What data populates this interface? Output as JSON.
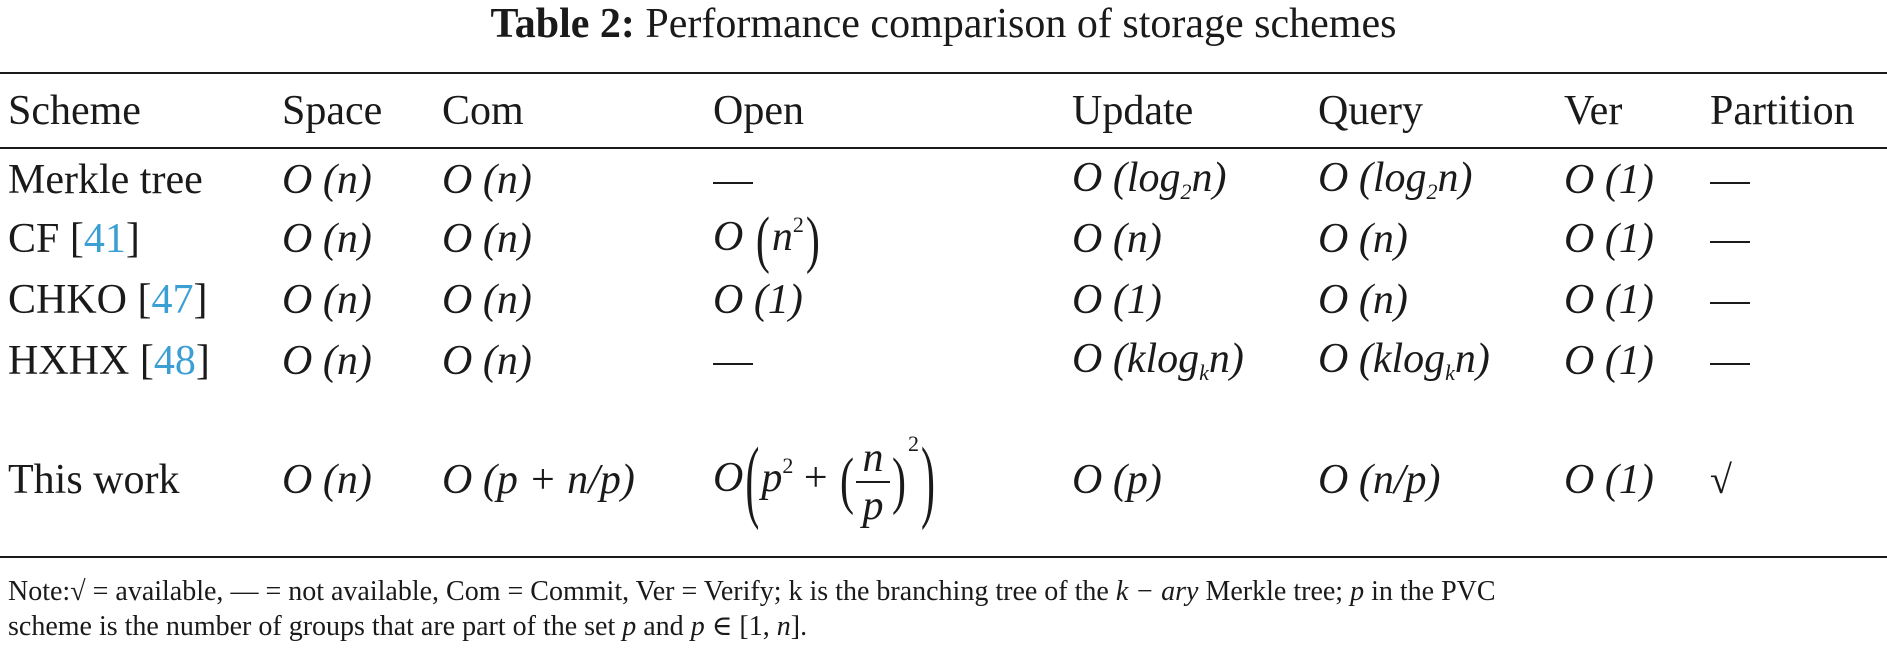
{
  "caption": {
    "label": "Table 2:",
    "title": "Performance comparison of storage schemes"
  },
  "columns": [
    "Scheme",
    "Space",
    "Com",
    "Open",
    "Update",
    "Query",
    "Ver",
    "Partition"
  ],
  "rows": [
    {
      "scheme": "Merkle tree",
      "cite": "",
      "space": "O (n)",
      "com": "O (n)",
      "open": "—",
      "update": "O (log2n)",
      "query": "O (log2n)",
      "ver": "O (1)",
      "partition": "—"
    },
    {
      "scheme": "CF",
      "cite": "41",
      "space": "O (n)",
      "com": "O (n)",
      "open": "O (n2)",
      "update": "O (n)",
      "query": "O (n)",
      "ver": "O (1)",
      "partition": "—"
    },
    {
      "scheme": "CHKO",
      "cite": "47",
      "space": "O (n)",
      "com": "O (n)",
      "open": "O (1)",
      "update": "O (1)",
      "query": "O (n)",
      "ver": "O (1)",
      "partition": "—"
    },
    {
      "scheme": "HXHX",
      "cite": "48",
      "space": "O (n)",
      "com": "O (n)",
      "open": "—",
      "update": "O (klogkn)",
      "query": "O (klogkn)",
      "ver": "O (1)",
      "partition": "—"
    },
    {
      "scheme": "This work",
      "cite": "",
      "space": "O (n)",
      "com": "O (p + n/p)",
      "open": "O(p2 + (n/p)2)",
      "update": "O (p)",
      "query": "O (n/p)",
      "ver": "O (1)",
      "partition": "√"
    }
  ],
  "note": {
    "line1_a": "Note:",
    "check": "√",
    "line1_b": " = available, ",
    "dash": "—",
    "line1_c": " = not available, Com = Commit, Ver = Verify; k is the branching tree of the ",
    "kary": "k − ary",
    "line1_d": " Merkle tree; ",
    "p1": "p",
    "line1_e": " in the PVC",
    "line2_a": "scheme is the number of groups that are part of the set ",
    "p2": "p",
    "line2_b": " and ",
    "p3": "p",
    "line2_c": " ∈ [1, ",
    "n": "n",
    "line2_d": "]."
  }
}
